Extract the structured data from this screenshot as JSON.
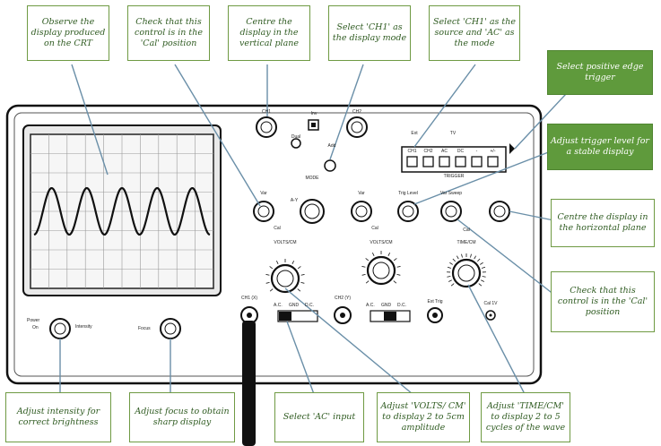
{
  "callouts": {
    "observe": "Observe the display produced on the CRT",
    "check_cal_top": "Check that this control is in the 'Cal' position",
    "centre_vertical": "Centre the display in the vertical plane",
    "select_ch1_mode": "Select 'CH1' as the display mode",
    "select_ch1_source": "Select 'CH1' as the source and 'AC' as the mode",
    "positive_edge": "Select positive edge trigger",
    "trigger_level": "Adjust trigger level for a stable display",
    "centre_horizontal": "Centre the display in the horizontal plane",
    "check_cal_right": "Check that this control is in the 'Cal' position",
    "intensity": "Adjust intensity for correct brightness",
    "focus": "Adjust focus to obtain sharp display",
    "select_ac": "Select 'AC' input",
    "volts": "Adjust 'VOLTS/ CM' to display 2 to 5cm amplitude",
    "time": "Adjust 'TIME/CM' to display 2 to 5 cycles of the wave"
  },
  "panel": {
    "power": "Power",
    "on": "On",
    "intensity": "Intensity",
    "focus": "Focus",
    "ch1_x": "CH1 (X)",
    "ch2_y": "CH2 (Y)",
    "ch1": "CH1",
    "ch2": "CH2",
    "inv": "Inv",
    "dual": "Dual",
    "add": "Add",
    "mode": "MODE",
    "a_y": "A-Y",
    "var": "Var",
    "cal": "Cal",
    "volts_cm": "VOLTS/CM",
    "time_cm": "TIME/CM",
    "trig_level": "Trig Level",
    "var_sweep": "Var Sweep",
    "ext_trig": "Ext Trig",
    "cal_1v": "Cal 1V",
    "ac": "A.C.",
    "gnd": "GND",
    "dc": "D.C.",
    "trigger": "TRIGGER",
    "ext": "Ext",
    "tv": "TV",
    "trig_buttons": [
      "CH1",
      "CH2",
      "AC",
      "DC",
      "-",
      "+/-"
    ]
  },
  "colors": {
    "callout_border": "#6f9a43",
    "callout_fill": "#5f9a3c",
    "callout_text": "#2f5b21",
    "pointer": "#6a8fa8",
    "wave": "#111111"
  }
}
